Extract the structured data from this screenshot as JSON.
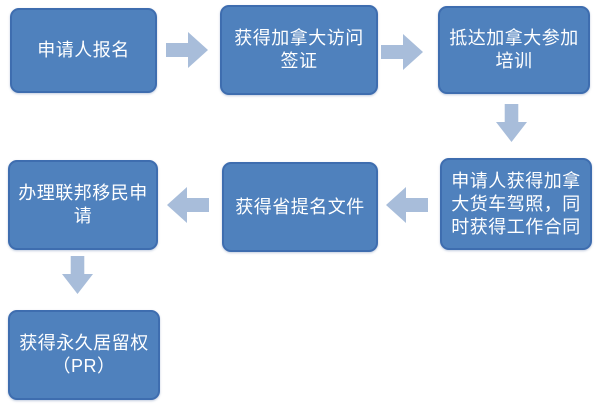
{
  "diagram": {
    "type": "flowchart",
    "background": "#ffffff",
    "colors": {
      "box_fill": "#4f81bd",
      "box_border": "#3e6daf",
      "box_text": "#ffffff",
      "arrow_fill": "#a8bdda"
    },
    "steps": [
      {
        "id": 1,
        "label": "申请人报名"
      },
      {
        "id": 2,
        "label": "获得加拿大访问\n签证"
      },
      {
        "id": 3,
        "label": "抵达加拿大参加\n培训"
      },
      {
        "id": 4,
        "label": "申请人获得加拿\n大货车驾照，同\n时获得工作合同"
      },
      {
        "id": 5,
        "label": "获得省提名文件"
      },
      {
        "id": 6,
        "label": "办理联邦移民申\n请"
      },
      {
        "id": 7,
        "label": "获得永久居留权\n（PR）"
      }
    ],
    "connections": [
      {
        "from": 1,
        "to": 2,
        "direction": "right"
      },
      {
        "from": 2,
        "to": 3,
        "direction": "right"
      },
      {
        "from": 3,
        "to": 4,
        "direction": "down"
      },
      {
        "from": 4,
        "to": 5,
        "direction": "left"
      },
      {
        "from": 5,
        "to": 6,
        "direction": "left"
      },
      {
        "from": 6,
        "to": 7,
        "direction": "down"
      }
    ]
  }
}
